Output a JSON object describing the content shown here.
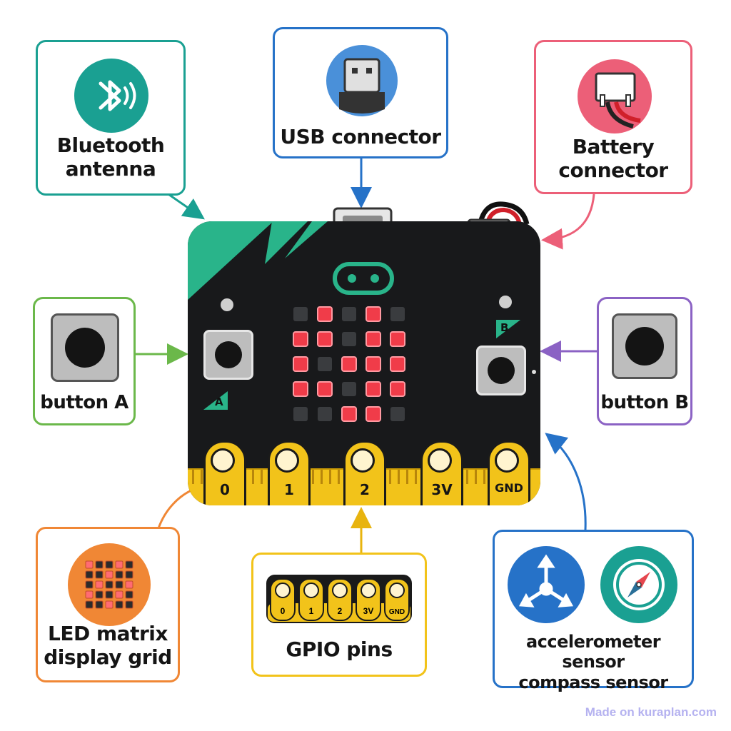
{
  "labels": {
    "bluetooth": "Bluetooth\nantenna",
    "usb": "USB connector",
    "battery": "Battery\nconnector",
    "button_a": "button A",
    "button_b": "button B",
    "led_matrix": "LED matrix\ndisplay grid",
    "gpio": "GPIO pins",
    "sensors": "accelerometer sensor\ncompass sensor"
  },
  "board": {
    "button_a_mark": "A",
    "button_b_mark": "B",
    "pins": [
      "0",
      "1",
      "2",
      "3V",
      "GND"
    ],
    "led_grid": [
      [
        0,
        1,
        0,
        1,
        0
      ],
      [
        1,
        1,
        0,
        1,
        1
      ],
      [
        1,
        0,
        1,
        1,
        1
      ],
      [
        1,
        1,
        0,
        1,
        1
      ],
      [
        0,
        0,
        1,
        1,
        0
      ]
    ]
  },
  "gpio_icon_pins": [
    "0",
    "1",
    "2",
    "3V",
    "GND"
  ],
  "colors": {
    "bluetooth": "#1aa092",
    "usb": "#2672c8",
    "battery": "#ec5f78",
    "button_a": "#6bb84a",
    "button_b": "#8b62c4",
    "led_matrix": "#f08735",
    "gpio": "#f2c31a",
    "sensors": "#2672c8",
    "led_on": "#f03c49",
    "led_off": "#3a3c3f"
  },
  "footer": "Made on kuraplan.com"
}
